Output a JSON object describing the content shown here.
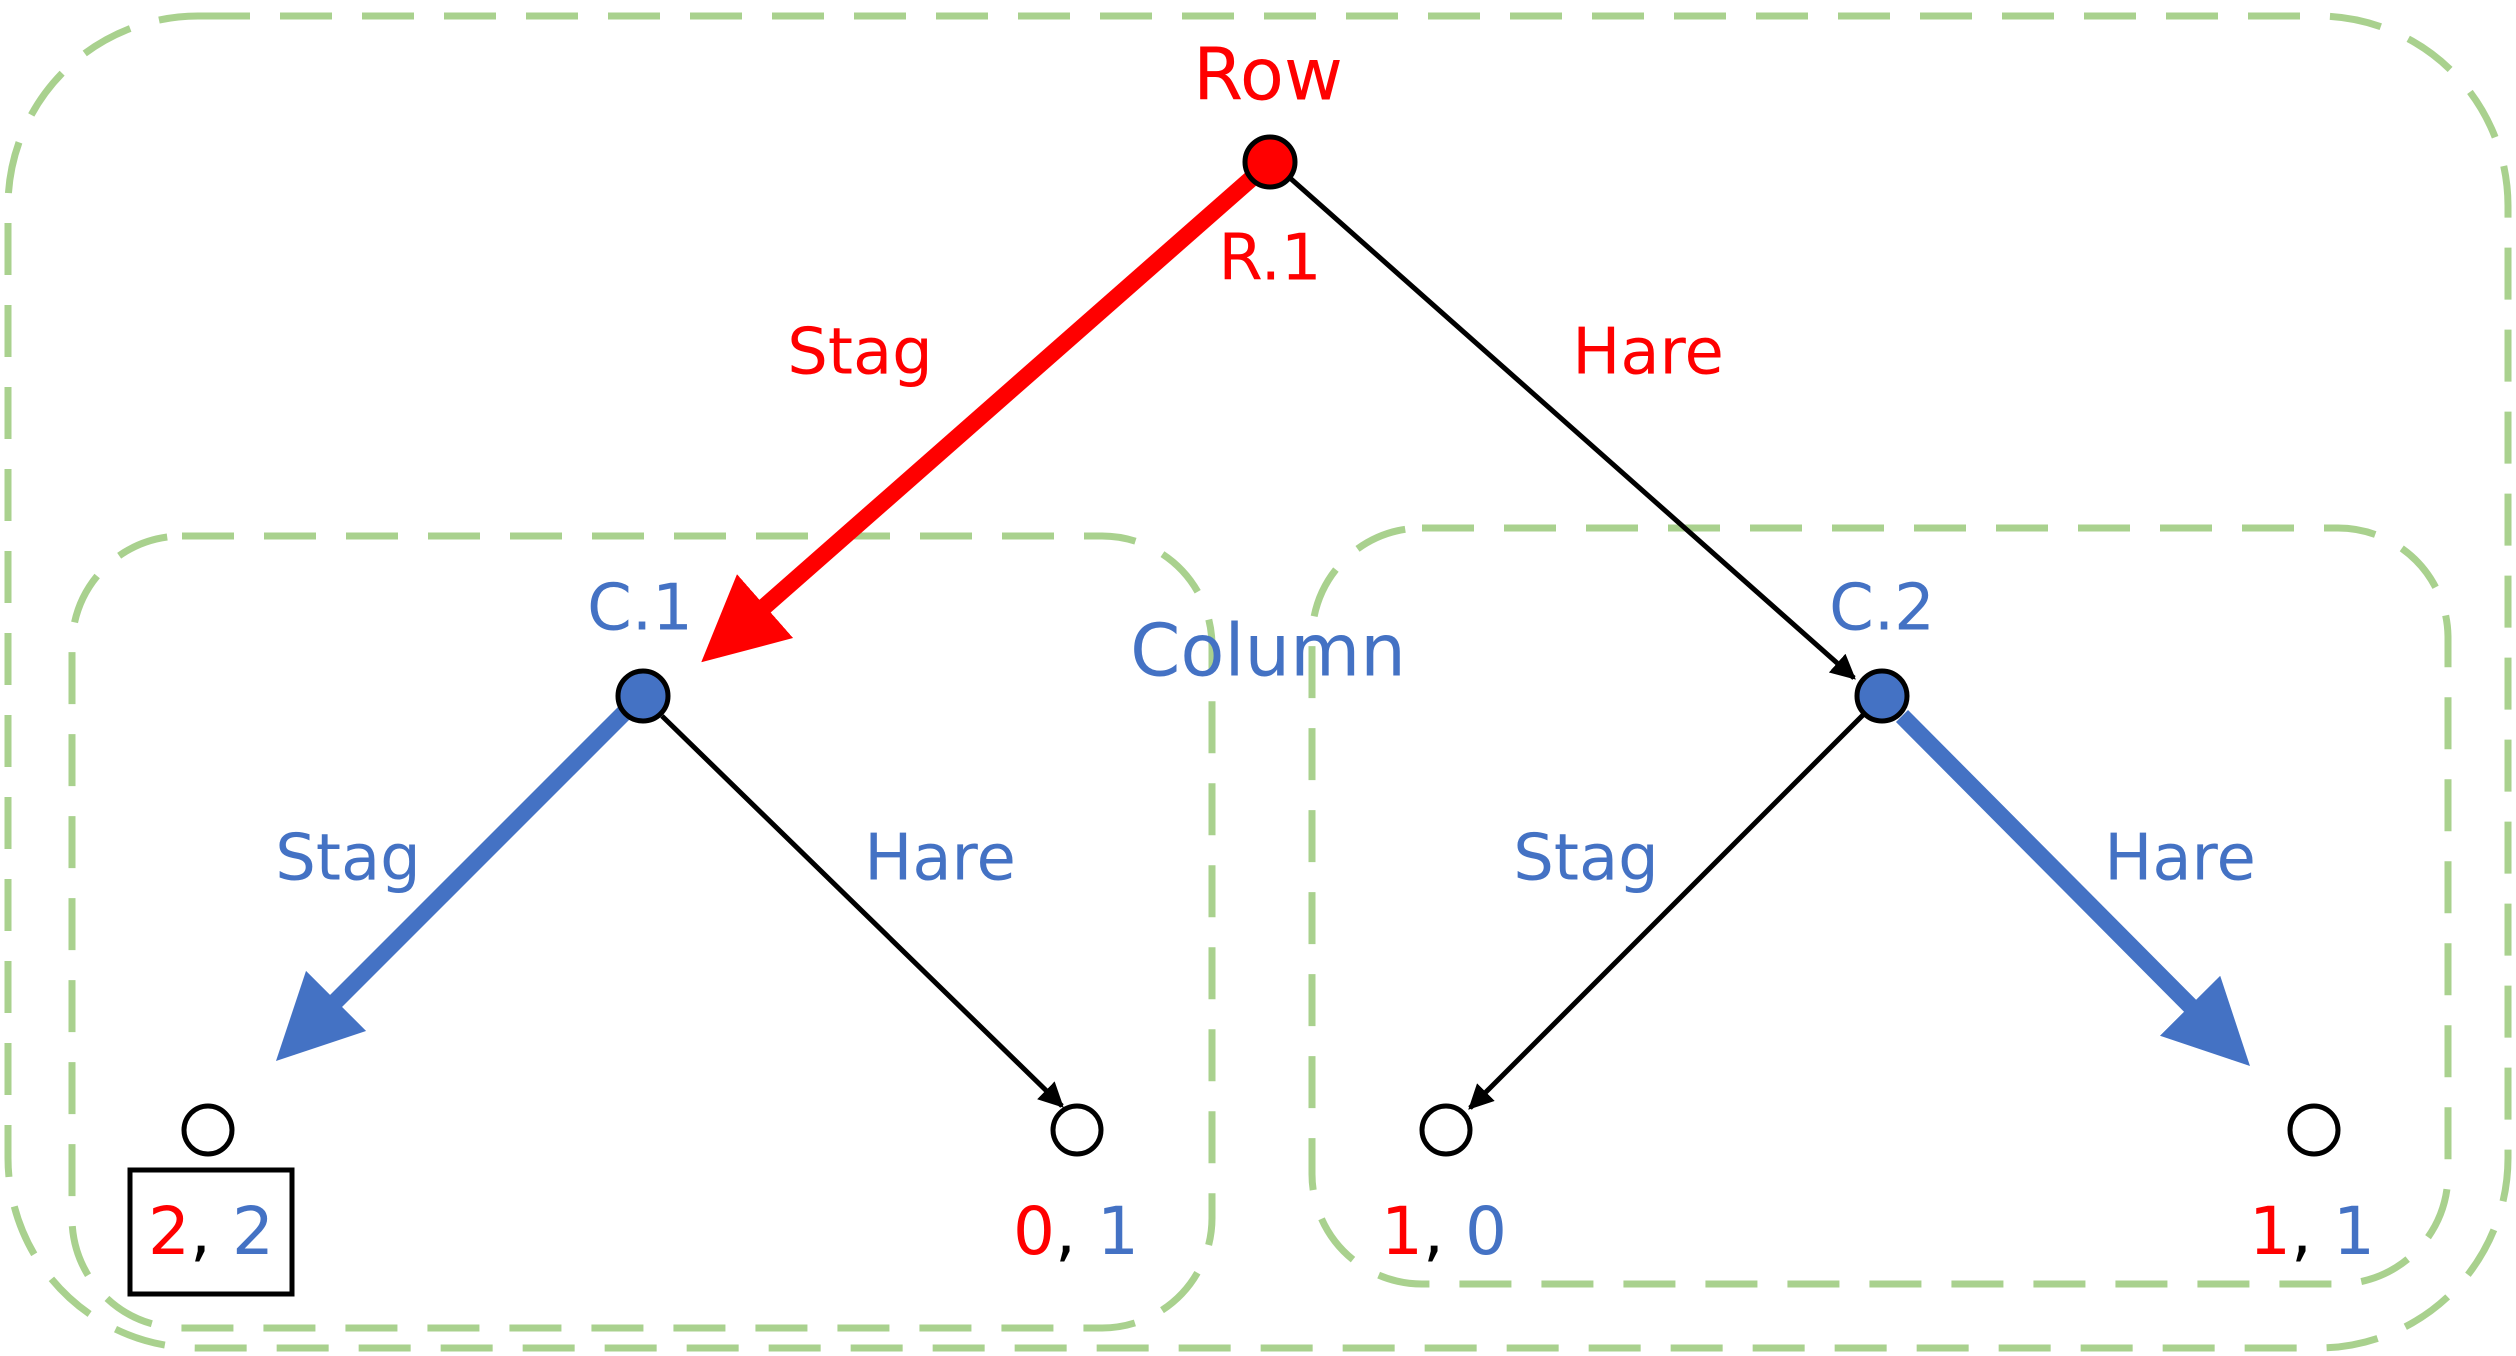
{
  "colors": {
    "row": "#ff0000",
    "column": "#4472c4",
    "edge": "#000000",
    "info_set": "#a9d18e"
  },
  "players": {
    "row": "Row",
    "column": "Column"
  },
  "nodes": {
    "root": "R.1",
    "c1": "C.1",
    "c2": "C.2"
  },
  "edges": {
    "row_left": "Stag",
    "row_right": "Hare",
    "c1_left": "Stag",
    "c1_right": "Hare",
    "c2_left": "Stag",
    "c2_right": "Hare"
  },
  "payoffs": [
    {
      "row": "2",
      "sep": ", ",
      "col": "2"
    },
    {
      "row": "0",
      "sep": ", ",
      "col": "1"
    },
    {
      "row": "1",
      "sep": ", ",
      "col": "0"
    },
    {
      "row": "1",
      "sep": ", ",
      "col": "1"
    }
  ]
}
